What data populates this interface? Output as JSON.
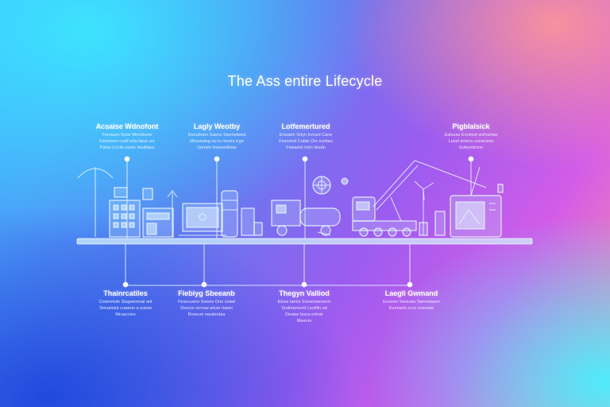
{
  "title": "The Ass entire Lifecycle",
  "top_stages": [
    {
      "label": "Acsaise Wdnofont",
      "desc": "Forrasen Scoe Wnnilsomi\nFormomn cuulf erla tiaus cro\nFome Lrcrils ourec mudliacs"
    },
    {
      "label": "Lagly Weotby",
      "desc": "Deoubnen Saene Swohetwed\nMruoeaing ou lu mnurs icgo\nUomen Insewrdlsioe"
    },
    {
      "label": "Lotfemertured",
      "desc": "Enwaeh Srtyn Irvnsol Cane\nFesnrerd Cubte Ore eorttau\nFnwamrt Inirn ilesdn"
    },
    {
      "label": "Pigblalsick",
      "desc": "Ealuuse Ennimst wsfoarlsw\nLuoel smecs cunisoess\nGvteerdronn"
    }
  ],
  "bottom_stages": [
    {
      "label": "Thainrcatiles",
      "desc": "Cowrortulo Sisgwnnmal ant\nSmoalstut cuwenn a outew\nMroaccieo"
    },
    {
      "label": "Fiebiyg Sbeeanb",
      "desc": "Fesecueno Swoes Ono colad\nDeoiun ormow wtuer riaeei\nRroeure owulerdaa"
    },
    {
      "label": "Thegyn Valliod",
      "desc": "Eloes tanirs Snowcwersmrr\nSndmarncnit Leofiiln ud\nOesiae Iesra ortnoir\nMeenrs"
    },
    {
      "label": "Laegli Gwmand",
      "desc": "Ecreres Swouaw Swonetaum\nEurmarlo crus crenuwe"
    }
  ]
}
